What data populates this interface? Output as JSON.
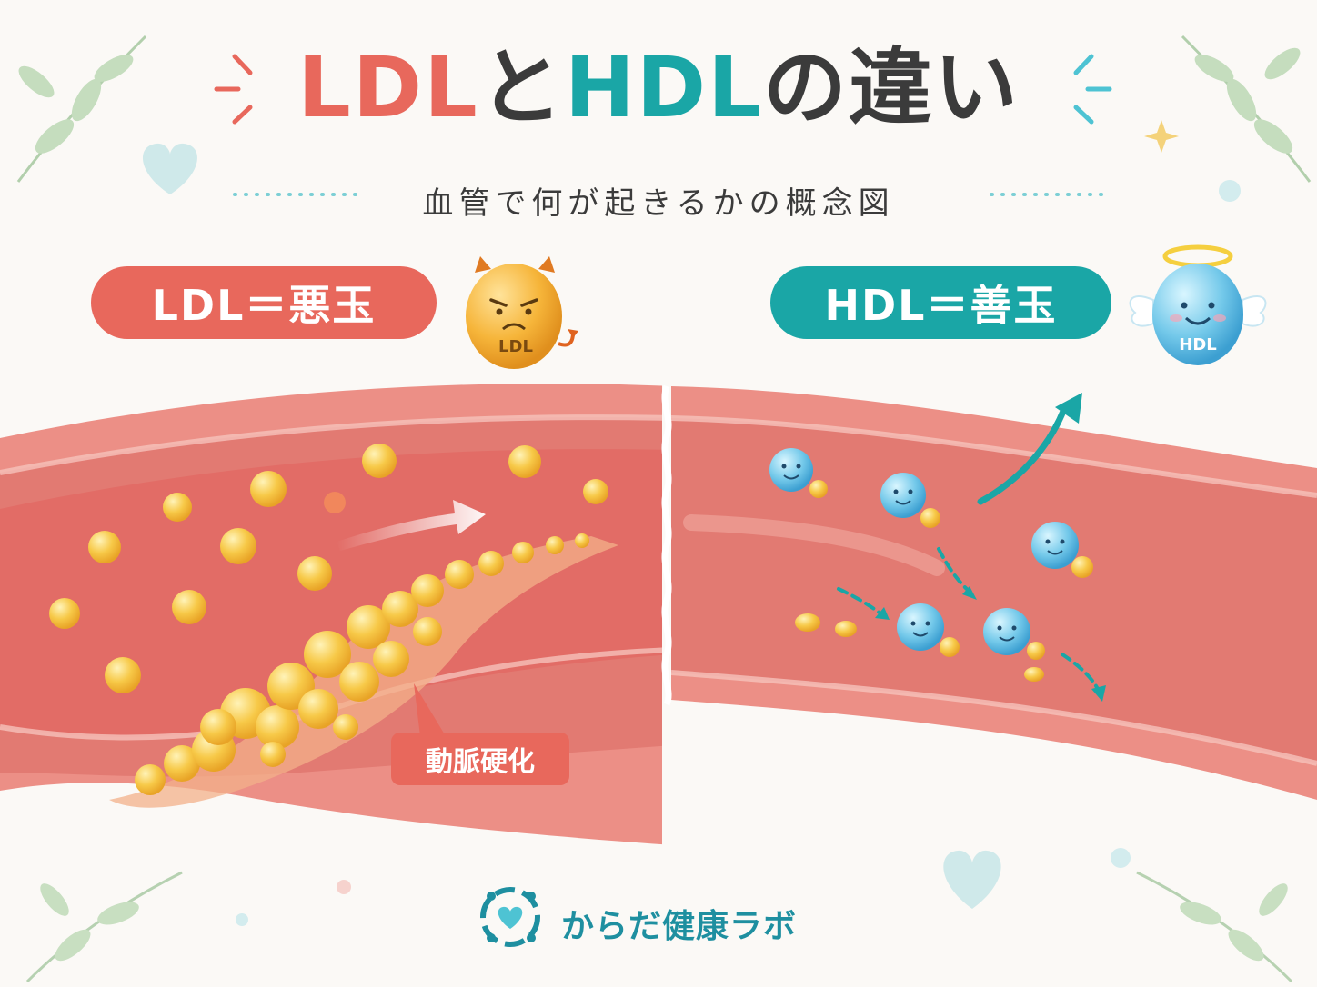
{
  "title": {
    "ldl": "LDL",
    "connector": "と",
    "hdl": "HDL",
    "suffix": "の違い"
  },
  "subtitle": "血管で何が起きるかの概念図",
  "labels": {
    "ldl_pill": "LDL＝悪玉",
    "hdl_pill": "HDL＝善玉",
    "plaque_callout": "動脈硬化"
  },
  "characters": {
    "ldl": "LDL",
    "hdl": "HDL"
  },
  "brand": {
    "name": "からだ健康ラボ"
  },
  "colors": {
    "ldl": "#e8685c",
    "hdl": "#1aa6a6",
    "artery": "#e9837b",
    "fat": "#f6c043"
  }
}
